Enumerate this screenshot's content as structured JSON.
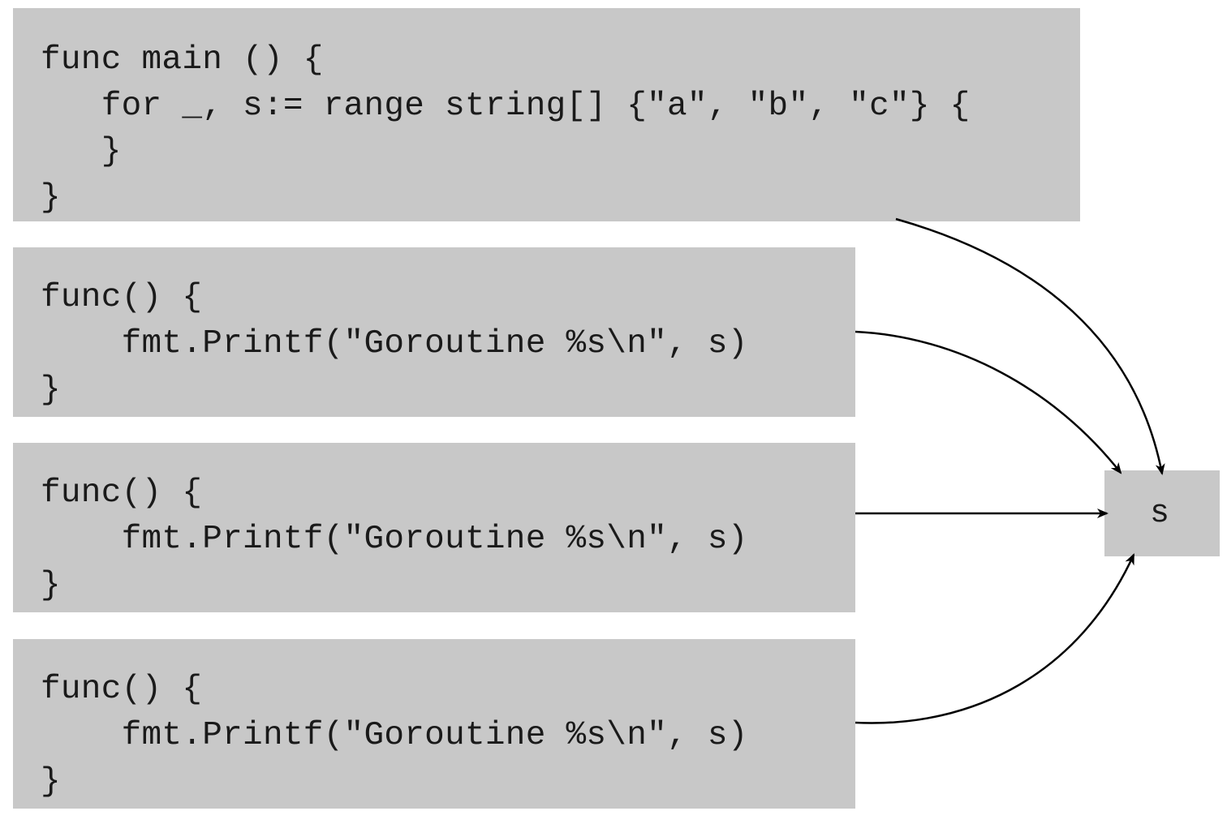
{
  "blocks": [
    {
      "id": "main",
      "lines": [
        "func main () {",
        "   for _, s:= range string[] {\"a\", \"b\", \"c\"} {",
        "   }",
        "}"
      ]
    },
    {
      "id": "goroutine-1",
      "lines": [
        "func() {",
        "    fmt.Printf(\"Goroutine %s\\n\", s)",
        "}"
      ]
    },
    {
      "id": "goroutine-2",
      "lines": [
        "func() {",
        "    fmt.Printf(\"Goroutine %s\\n\", s)",
        "}"
      ]
    },
    {
      "id": "goroutine-3",
      "lines": [
        "func() {",
        "    fmt.Printf(\"Goroutine %s\\n\", s)",
        "}"
      ]
    }
  ],
  "variable": {
    "label": "s"
  },
  "colors": {
    "block_fill": "#c8c8c8",
    "arrow": "#000000",
    "text": "#1a1a1a"
  }
}
